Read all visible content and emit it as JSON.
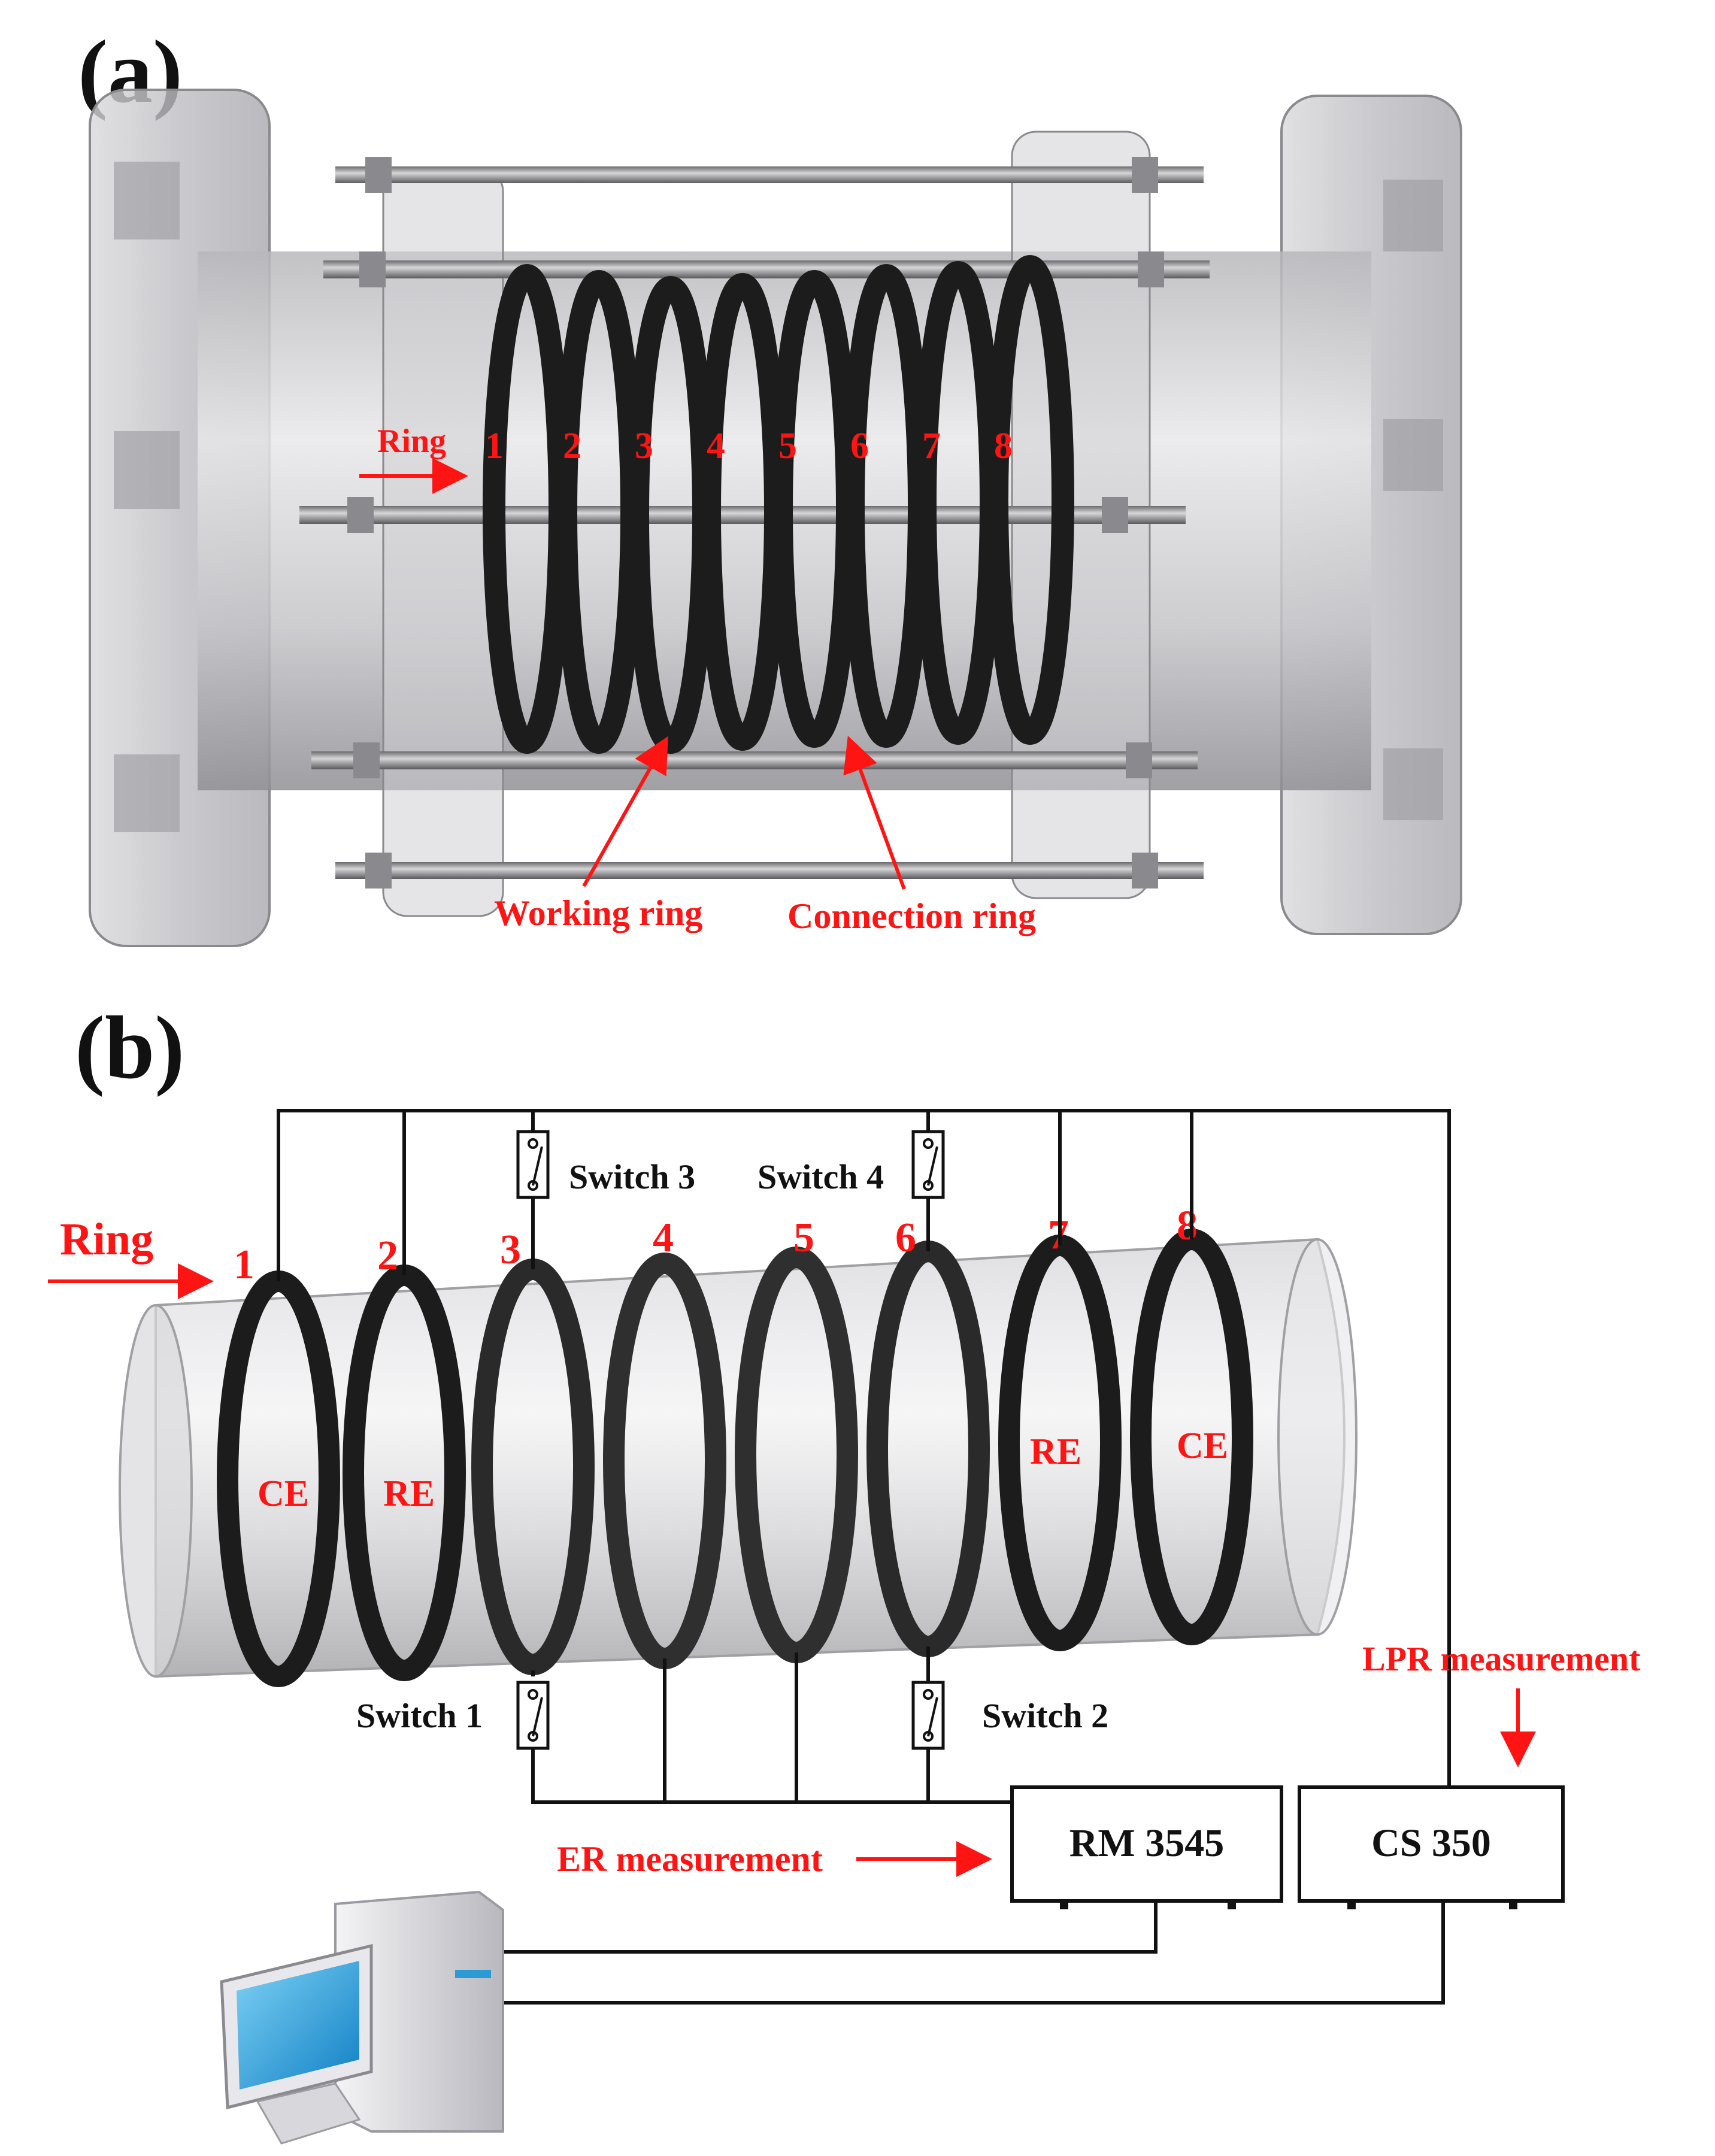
{
  "colors": {
    "annotation": "#ff1414",
    "ring": "#1c1c1c",
    "wire": "#111111",
    "acrylic": "#c8c8cc"
  },
  "panel_a": {
    "label": "(a)",
    "ring_arrow_label": "Ring",
    "ring_numbers": [
      "1",
      "2",
      "3",
      "4",
      "5",
      "6",
      "7",
      "8"
    ],
    "working_ring_label": "Working ring",
    "connection_ring_label": "Connection ring"
  },
  "panel_b": {
    "label": "(b)",
    "ring_arrow_label": "Ring",
    "ring_numbers": [
      "1",
      "2",
      "3",
      "4",
      "5",
      "6",
      "7",
      "8"
    ],
    "electrode_labels": {
      "r1": "CE",
      "r2": "RE",
      "r7": "RE",
      "r8": "CE"
    },
    "switches": [
      "Switch 1",
      "Switch 2",
      "Switch 3",
      "Switch 4"
    ],
    "instruments": {
      "rm": "RM 3545",
      "cs": "CS 350"
    },
    "er_label": "ER measurement",
    "lpr_label": "LPR measurement",
    "computer_icon": "desktop-computer-icon"
  }
}
